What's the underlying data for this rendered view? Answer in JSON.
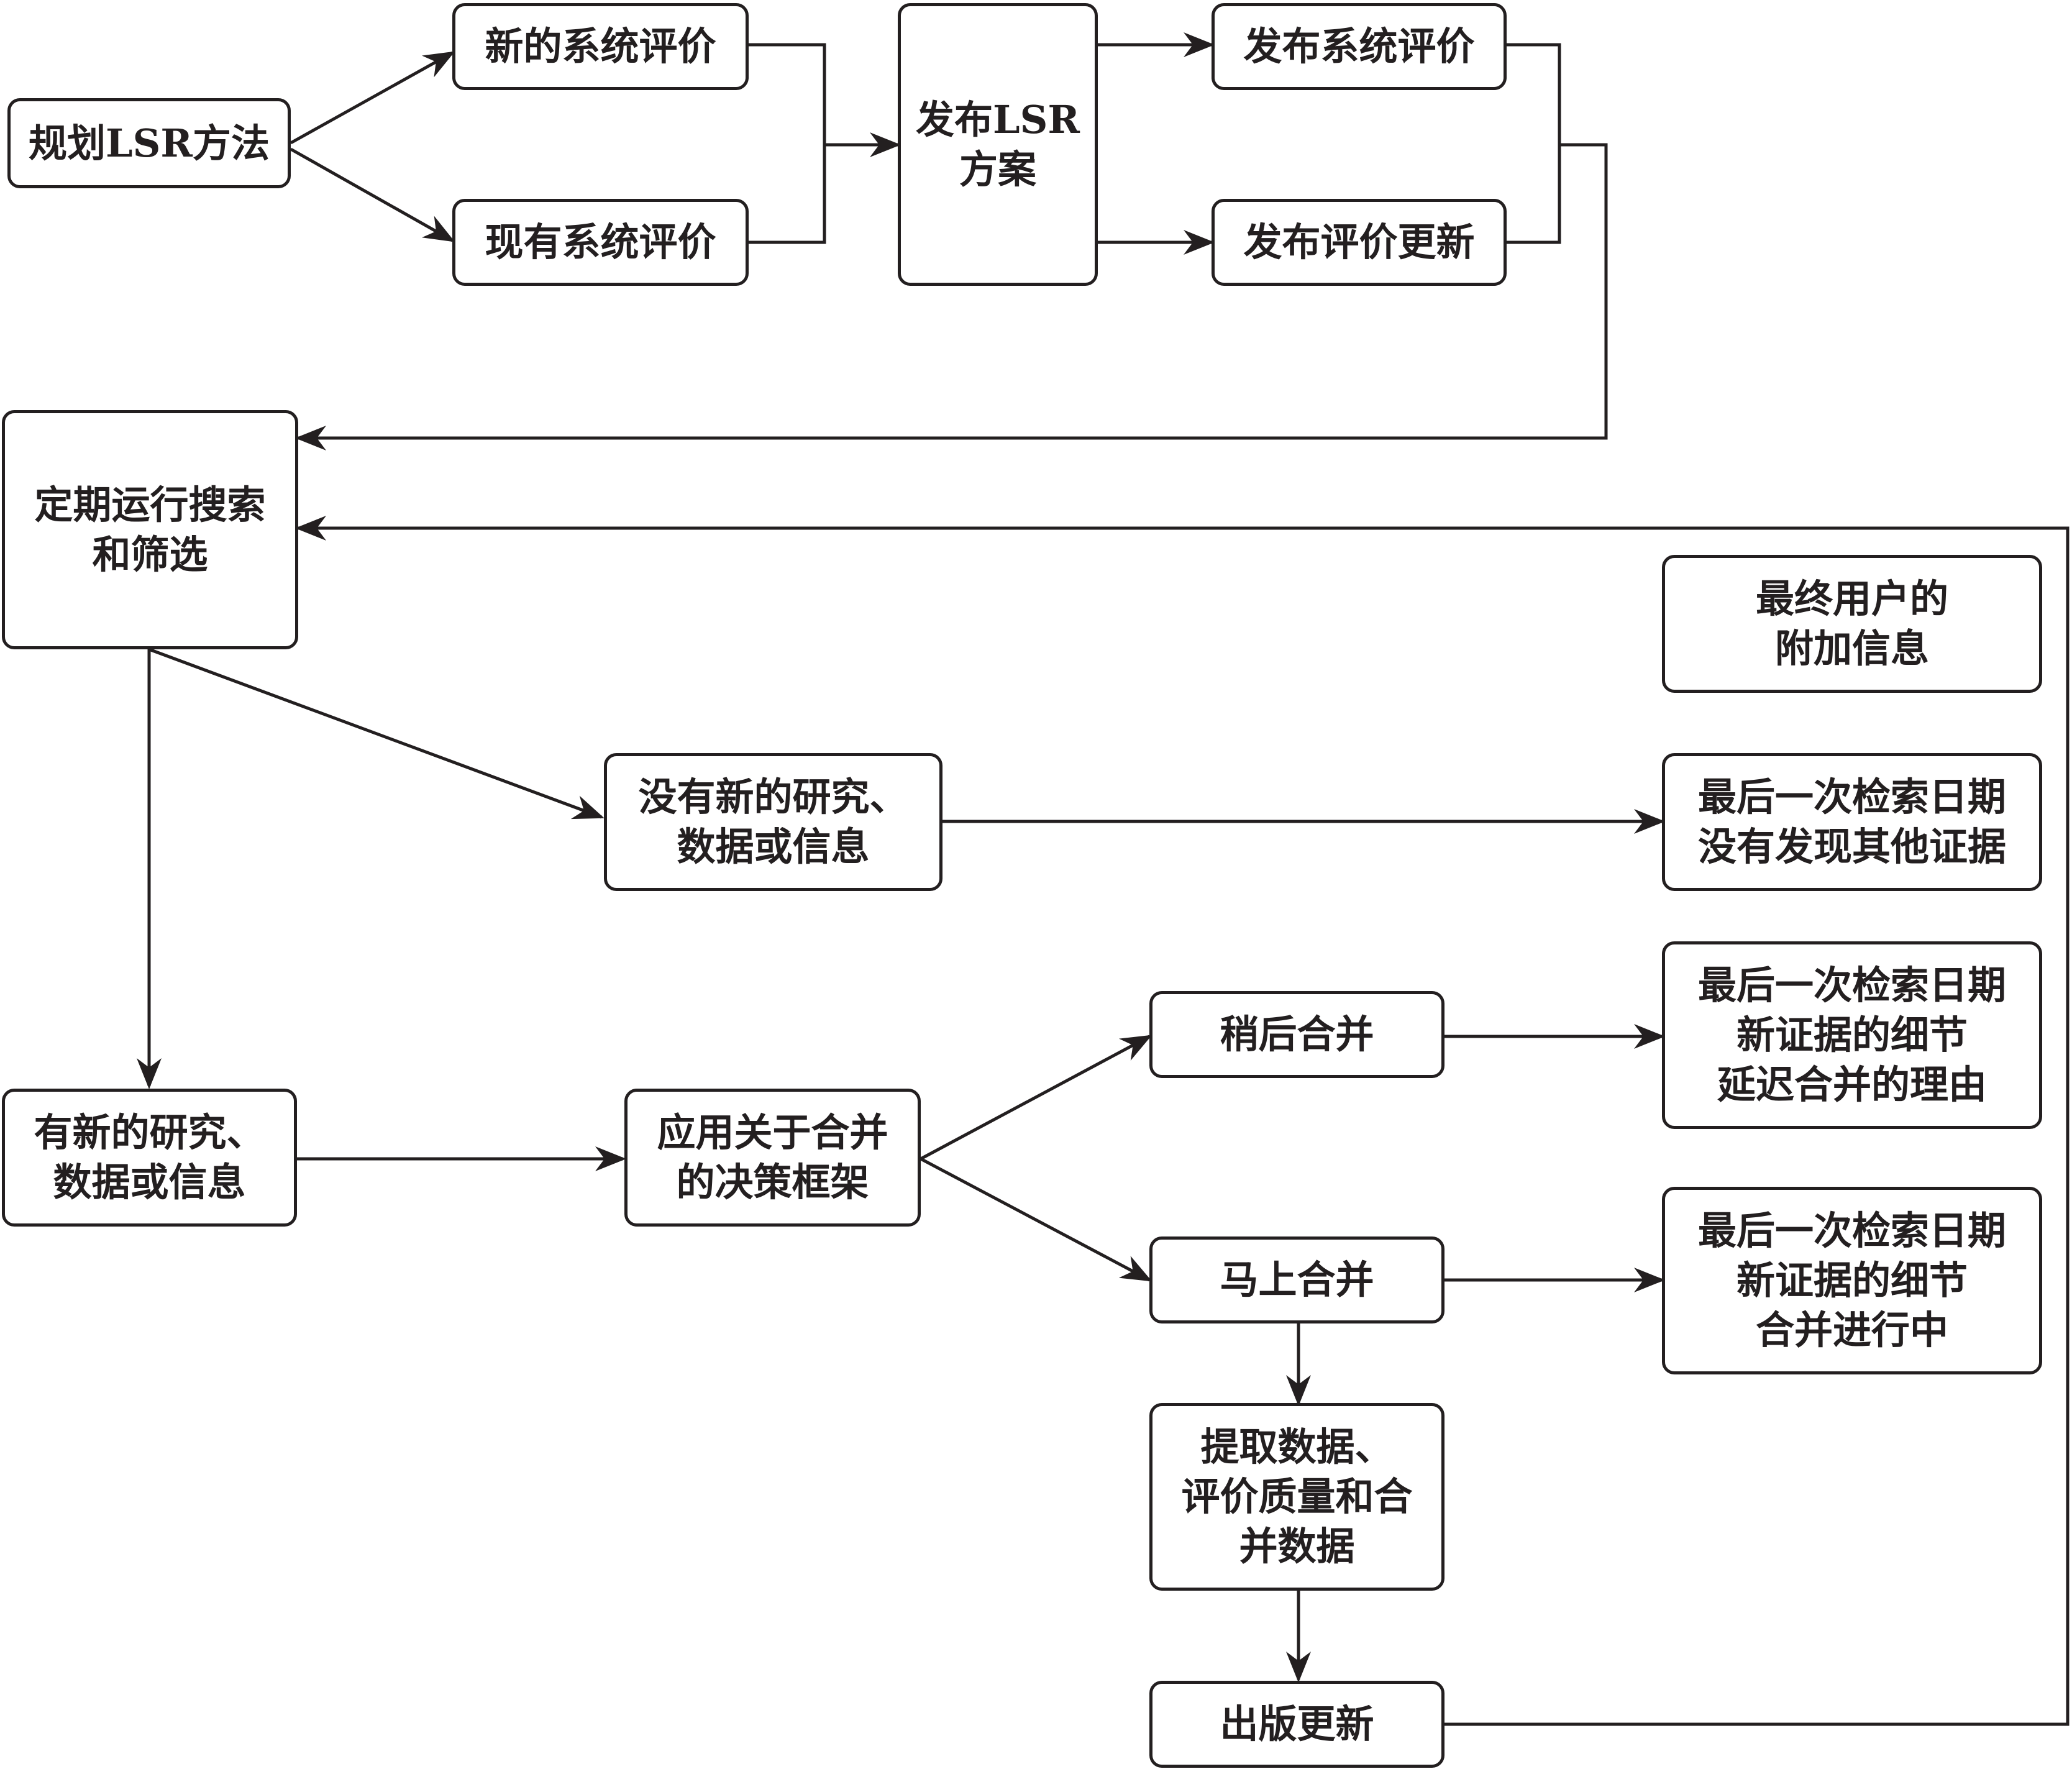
{
  "colors": {
    "line": "#231f20",
    "box_fill": "#ffffff",
    "text": "#231f20"
  },
  "nodes": {
    "plan_lsr": "规划LSR方法",
    "new_sr": "新的系统评价",
    "existing_sr": "现有系统评价",
    "publish_protocol": "发布LSR\n方案",
    "publish_sr": "发布系统评价",
    "publish_update": "发布评价更新",
    "search_screen": "定期运行搜索\n和筛选",
    "extra_info": "最终用户的\n附加信息",
    "no_new": "没有新的研究、\n数据或信息",
    "no_new_note": "最后一次检索日期\n没有发现其他证据",
    "has_new": "有新的研究、\n数据或信息",
    "framework": "应用关于合并\n的决策框架",
    "merge_later": "稍后合并",
    "merge_later_note": "最后一次检索日期\n新证据的细节\n延迟合并的理由",
    "merge_now": "马上合并",
    "merge_now_note": "最后一次检索日期\n新证据的细节\n合并进行中",
    "extract": "提取数据、\n评价质量和合\n并数据",
    "publish_update_final": "出版更新"
  }
}
